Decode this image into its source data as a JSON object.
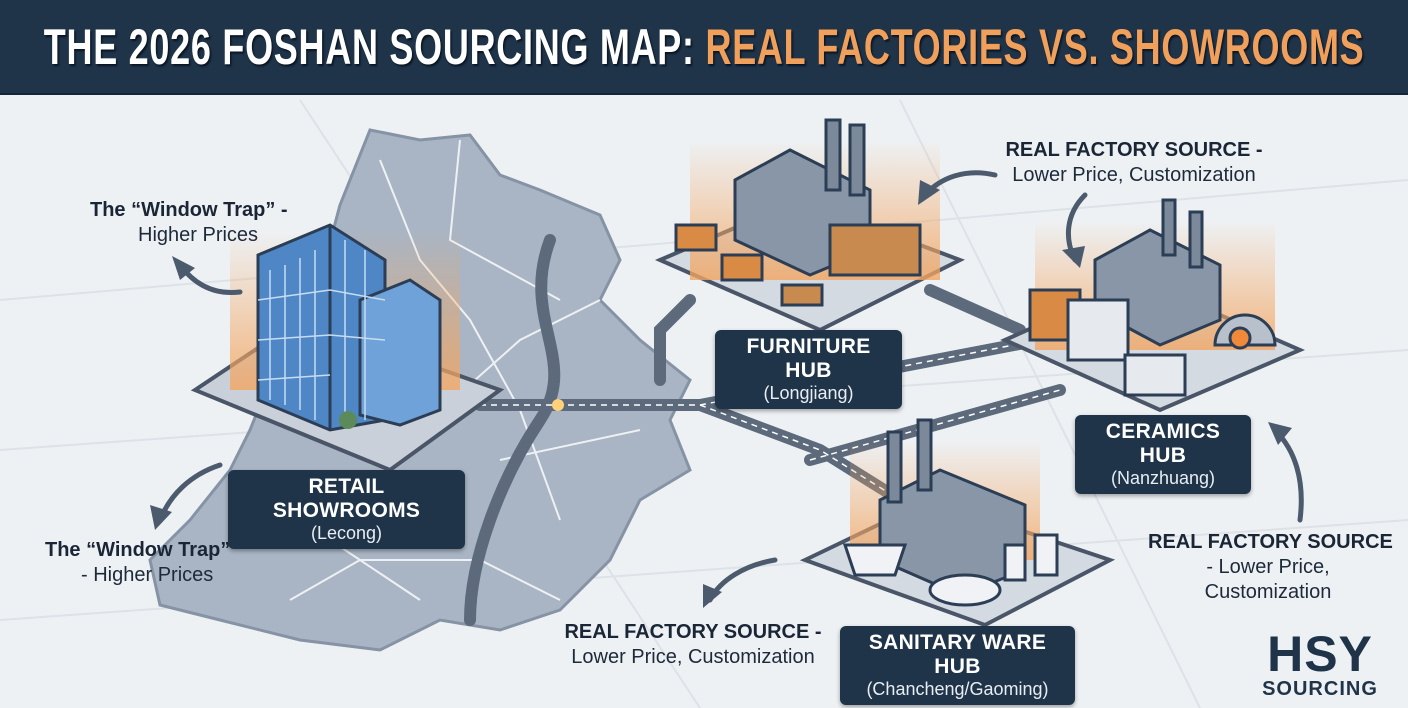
{
  "title": {
    "part1": "THE 2026 FOSHAN SOURCING MAP:",
    "part2": "REAL FACTORIES VS. SHOWROOMS"
  },
  "colors": {
    "navy": "#1f3349",
    "accent": "#f0a05a",
    "map": "#a9b5c4"
  },
  "notes": {
    "window_trap_top": {
      "line1": "The “Window Trap” -",
      "line2": "Higher Prices"
    },
    "window_trap_bottom": {
      "line1": "The “Window Trap”",
      "line2": "- Higher Prices"
    },
    "factory_top": {
      "line1": "REAL FACTORY SOURCE -",
      "line2": "Lower Price, Customization"
    },
    "factory_right": {
      "line1": "REAL FACTORY SOURCE",
      "line2": "- Lower Price,",
      "line3": "Customization"
    },
    "factory_bottom": {
      "line1": "REAL FACTORY SOURCE -",
      "line2": "Lower Price, Customization"
    }
  },
  "hubs": {
    "retail": {
      "name": "RETAIL SHOWROOMS",
      "place": "(Lecong)"
    },
    "furniture": {
      "name": "FURNITURE HUB",
      "place": "(Longjiang)"
    },
    "ceramics": {
      "name": "CERAMICS HUB",
      "place": "(Nanzhuang)"
    },
    "sanitary": {
      "name": "SANITARY WARE HUB",
      "place": "(Chancheng/Gaoming)"
    }
  },
  "logo": {
    "main": "HSY",
    "sub": "SOURCING"
  }
}
